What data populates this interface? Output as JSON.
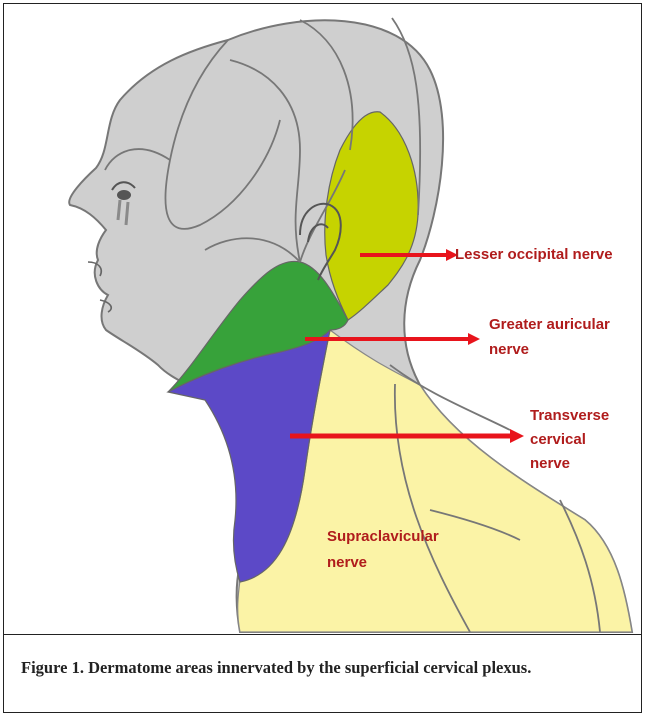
{
  "figure": {
    "labels": {
      "lesser_occipital": "Lesser occipital  nerve",
      "greater_auricular_line1": "Greater auricular",
      "greater_auricular_line2": "nerve",
      "transverse_line1": "Transverse",
      "transverse_line2": "cervical",
      "transverse_line3": "nerve",
      "supraclavicular_line1": "Supraclavicular",
      "supraclavicular_line2": "nerve"
    },
    "region_colors": {
      "skin": "#cfcfcf",
      "lesser_occipital": "#c6d300",
      "greater_auricular": "#37a23a",
      "transverse_cervical": "#5c49c7",
      "supraclavicular": "#fbf3a6",
      "arrow": "#e8141c",
      "label": "#b01c1c"
    },
    "caption": "Figure 1. Dermatome areas innervated by the superficial cervical plexus."
  }
}
